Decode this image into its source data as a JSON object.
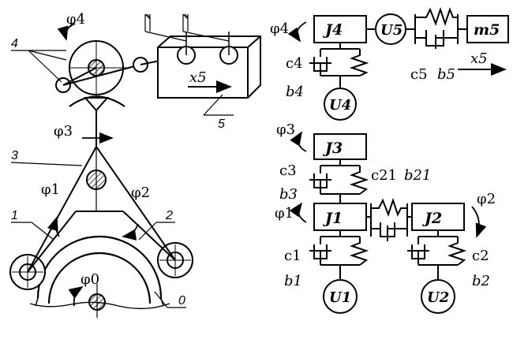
{
  "mechanism": {
    "phi4": "φ4",
    "phi3": "φ3",
    "phi1": "φ1",
    "phi2": "φ2",
    "phi0": "φ0",
    "x5": "x5",
    "part_labels": {
      "p0": "0",
      "p1": "1",
      "p2": "2",
      "p3": "3",
      "p4": "4",
      "p5": "5"
    }
  },
  "scheme": {
    "J4": "J4",
    "U5": "U5",
    "m5": "m5",
    "J3": "J3",
    "J1": "J1",
    "J2": "J2",
    "U4": "U4",
    "U1": "U1",
    "U2": "U2",
    "phi4": "φ4",
    "phi3": "φ3",
    "phi1": "φ1",
    "phi2": "φ2",
    "c4": "c4",
    "b4": "b4",
    "c5": "c5",
    "b5": "b5",
    "x5": "x5",
    "c3": "c3",
    "b3": "b3",
    "c21": "c21",
    "b21": "b21",
    "c1": "c1",
    "b1": "b1",
    "c2": "c2",
    "b2": "b2"
  }
}
